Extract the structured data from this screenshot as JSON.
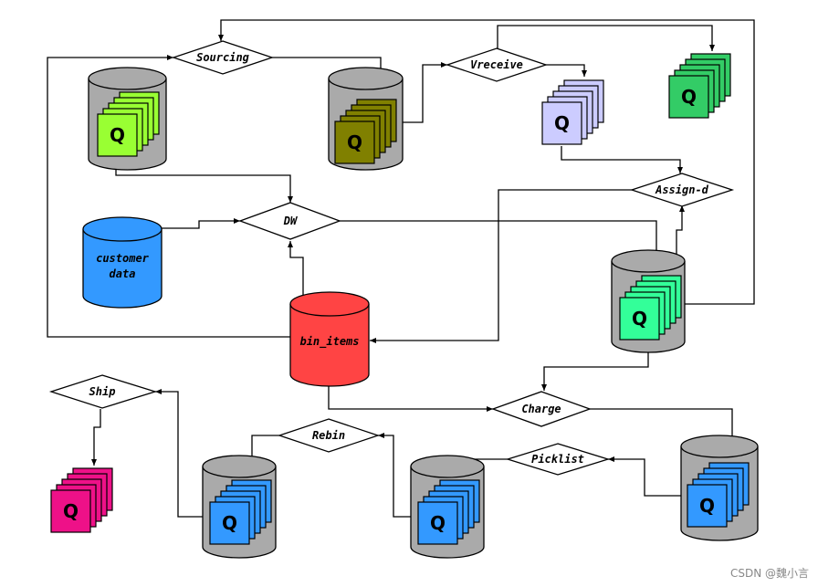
{
  "nodes": {
    "sourcing": "Sourcing",
    "vreceive": "Vreceive",
    "assign_d": "Assign-d",
    "dw": "DW",
    "charge": "Charge",
    "rebin": "Rebin",
    "ship": "Ship",
    "picklist": "Picklist",
    "customer_data_line1": "customer",
    "customer_data_line2": "data",
    "bin_items": "bin_items"
  },
  "queue_label": "Q",
  "colors": {
    "queue_lime": "#99ff33",
    "queue_olive": "#808000",
    "queue_lavender": "#ccccff",
    "queue_green": "#33cc66",
    "queue_mint": "#33ff99",
    "queue_blue": "#3399ff",
    "queue_magenta": "#ee1188",
    "db_blue": "#3399ff",
    "db_red": "#ff4444",
    "cylinder_gray": "#aaaaaa"
  },
  "watermark": "CSDN @魏小言"
}
